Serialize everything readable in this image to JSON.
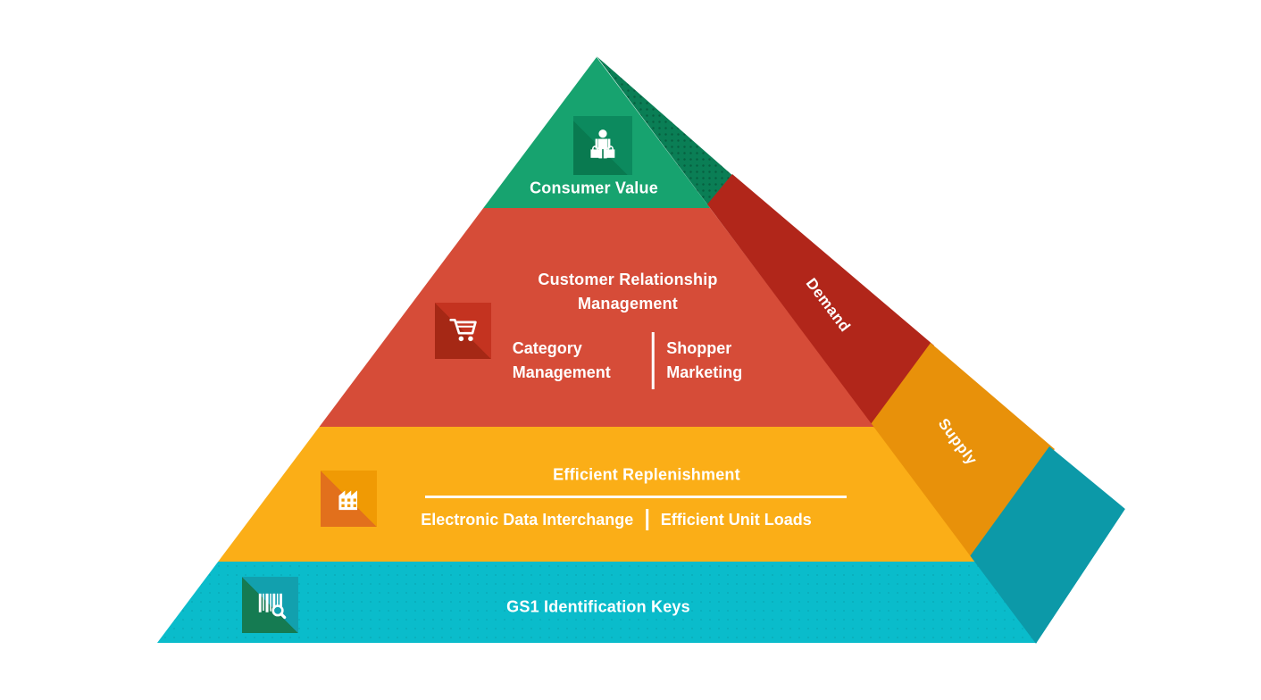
{
  "diagram": {
    "type": "pyramid",
    "layers": [
      {
        "name": "consumer-value",
        "label": "Consumer Value",
        "icon": "person-with-shopping-bags",
        "front_color": "#17A36F",
        "side_color": "#0A7E55"
      },
      {
        "name": "customer-relationship-management",
        "heading": "Customer Relationship Management",
        "sub_left": "Category Management",
        "sub_right": "Shopper Marketing",
        "side_label": "Demand",
        "icon": "shopping-cart",
        "front_color": "#D64C38",
        "side_color": "#B1261A"
      },
      {
        "name": "efficient-replenishment",
        "heading": "Efficient Replenishment",
        "sub_left": "Electronic Data Interchange",
        "sub_right": "Efficient Unit Loads",
        "side_label": "Supply",
        "icon": "factory",
        "front_color": "#FBAE17",
        "side_color": "#E8910A"
      },
      {
        "name": "gs1-identification-keys",
        "label": "GS1 Identification Keys",
        "icon": "barcode-with-magnifier",
        "front_color": "#0ABCCB",
        "side_color": "#0C99A8"
      }
    ],
    "text_color": "#FFFFFF",
    "background_color": "#FFFFFF"
  }
}
